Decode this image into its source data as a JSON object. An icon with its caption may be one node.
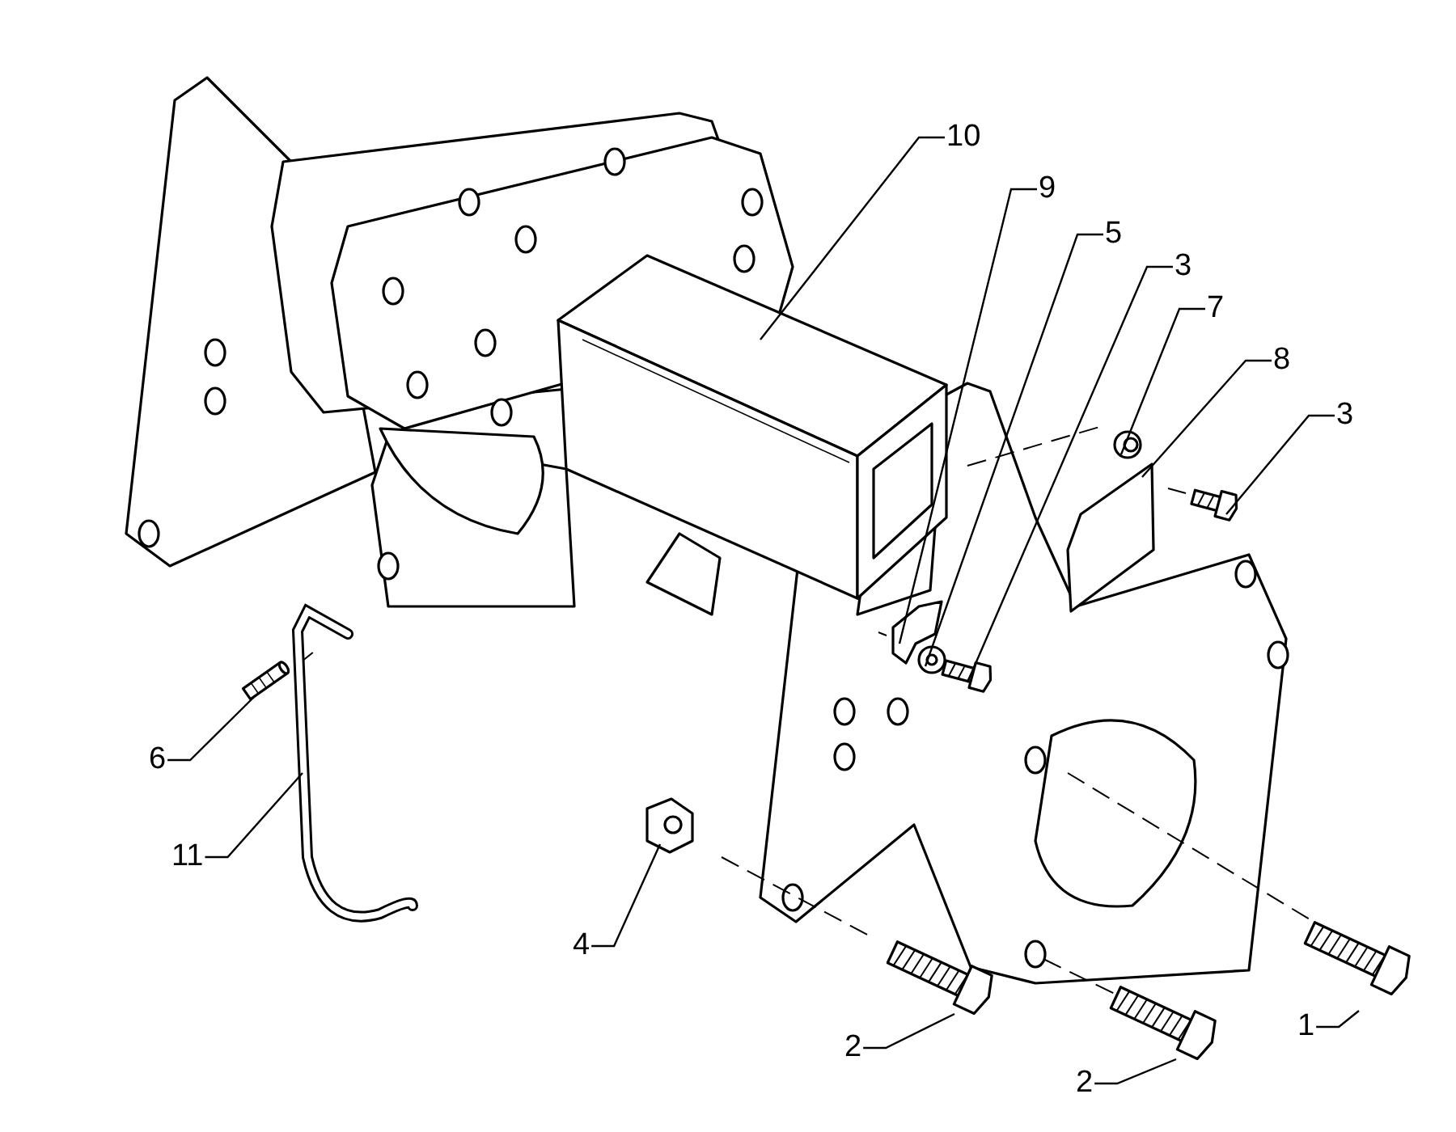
{
  "diagram": {
    "nodes": [
      {
        "text": [
          "10"
        ]
      },
      {
        "text": [
          "9"
        ]
      },
      {
        "text": [
          "5"
        ]
      },
      {
        "text": [
          "3"
        ]
      },
      {
        "text": [
          "7"
        ]
      },
      {
        "text": [
          "8"
        ]
      },
      {
        "text": [
          "3"
        ]
      },
      {
        "text": [
          "6"
        ]
      },
      {
        "text": [
          "11"
        ]
      },
      {
        "text": [
          "4"
        ]
      },
      {
        "text": [
          "2"
        ]
      },
      {
        "text": [
          "2"
        ]
      },
      {
        "text": [
          "1"
        ]
      },
      {
        "text": [],
        "shape": "picture"
      },
      {
        "text": [],
        "shape": "picture"
      },
      {
        "text": [],
        "shape": "picture"
      },
      {
        "text": [],
        "shape": "picture"
      },
      {
        "text": [],
        "shape": "picture"
      },
      {
        "text": [],
        "shape": "picture"
      },
      {
        "text": [],
        "shape": "picture"
      },
      {
        "text": [],
        "shape": "picture"
      },
      {
        "text": [],
        "shape": "picture"
      },
      {
        "text": [],
        "shape": "picture"
      },
      {
        "text": [],
        "shape": "picture"
      },
      {
        "text": [],
        "shape": "picture"
      },
      {
        "text": [],
        "shape": "picture"
      }
    ],
    "edges": [
      {
        "from": 0,
        "to": 13,
        "arrow": "none"
      },
      {
        "from": 1,
        "to": 14,
        "arrow": "none"
      },
      {
        "from": 2,
        "to": 15,
        "arrow": "none"
      },
      {
        "from": 3,
        "to": 16,
        "arrow": "none"
      },
      {
        "from": 4,
        "to": 17,
        "arrow": "none"
      },
      {
        "from": 5,
        "to": 18,
        "arrow": "none"
      },
      {
        "from": 6,
        "to": 19,
        "arrow": "none"
      },
      {
        "from": 7,
        "to": 20,
        "arrow": "none"
      },
      {
        "from": 8,
        "to": 21,
        "arrow": "none"
      },
      {
        "from": 9,
        "to": 22,
        "arrow": "none"
      },
      {
        "from": 10,
        "to": 23,
        "arrow": "none"
      },
      {
        "from": 11,
        "to": 24,
        "arrow": "none"
      },
      {
        "from": 12,
        "to": 25,
        "arrow": "none"
      }
    ]
  }
}
